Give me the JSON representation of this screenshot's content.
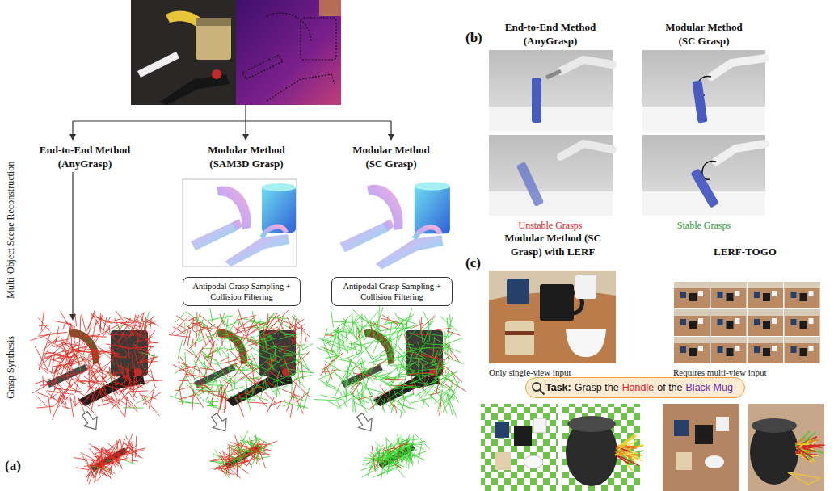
{
  "diagram": {
    "nodes": [
      {
        "text": [
          "Antipodal Grasp Sampling + Collision Filtering"
        ]
      },
      {
        "text": [
          "Antipodal Grasp Sampling + Collision Filtering"
        ]
      },
      {
        "text": [
          "Task:",
          "Grasp the",
          "Handle",
          "of the",
          "Black Mug"
        ]
      }
    ],
    "labels": [
      "End-to-End Method (AnyGrasp)",
      "Modular Method (SAM3D Grasp)",
      "Modular Method (SC Grasp)",
      "Multi-Object Scene Reconstruction",
      "Grasp Synthesis",
      "(a)",
      "(b)",
      "End-to-End Method (AnyGrasp)",
      "Modular Method (SC Grasp)",
      "Unstable Grasps",
      "Stable Grasps",
      "(c)",
      "Modular Method (SC Grasp) with LERF",
      "LERF-TOGO",
      "Only single-view input",
      "Requires multi-view input"
    ]
  }
}
